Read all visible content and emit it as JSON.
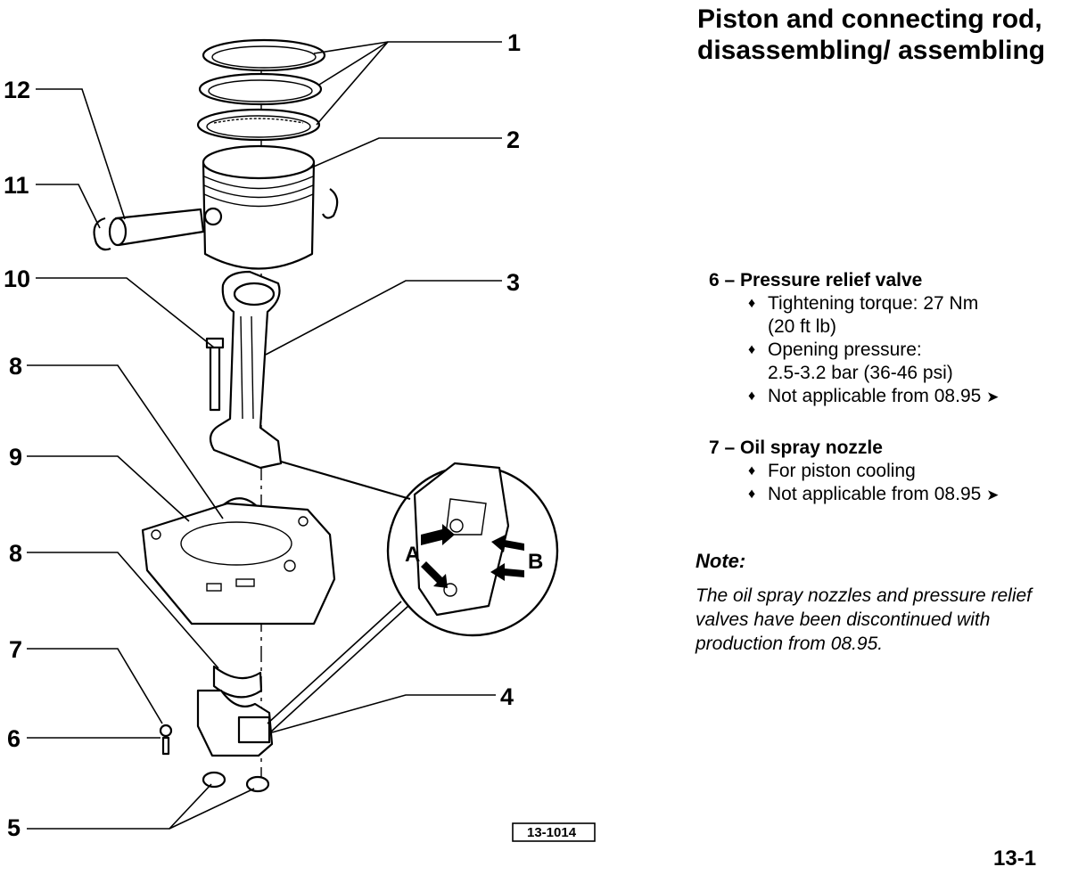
{
  "title": "Piston and connecting rod, disassembling/ assembling",
  "diagram": {
    "callouts": [
      "1",
      "2",
      "3",
      "4",
      "5",
      "6",
      "7",
      "8",
      "8",
      "9",
      "10",
      "11",
      "12"
    ],
    "detail_labels": [
      "A",
      "B"
    ],
    "figure_number": "13-1014"
  },
  "items": [
    {
      "heading": "6 – Pressure relief valve",
      "bullets": [
        {
          "text": "Tightening torque: 27 Nm",
          "cont": "(20 ft lb)"
        },
        {
          "text": "Opening pressure:",
          "cont": "2.5-3.2 bar (36-46 psi)"
        },
        {
          "text": "Not applicable from 08.95",
          "cont": "",
          "arrow": "➤"
        }
      ]
    },
    {
      "heading": "7 – Oil spray nozzle",
      "bullets": [
        {
          "text": "For piston cooling",
          "cont": ""
        },
        {
          "text": "Not applicable from 08.95",
          "cont": "",
          "arrow": "➤"
        }
      ]
    }
  ],
  "bullet_glyph": "♦",
  "note": {
    "label": "Note:",
    "text": "The oil spray nozzles and pressure relief valves have been discontinued with production from 08.95."
  },
  "page_number": "13-1"
}
